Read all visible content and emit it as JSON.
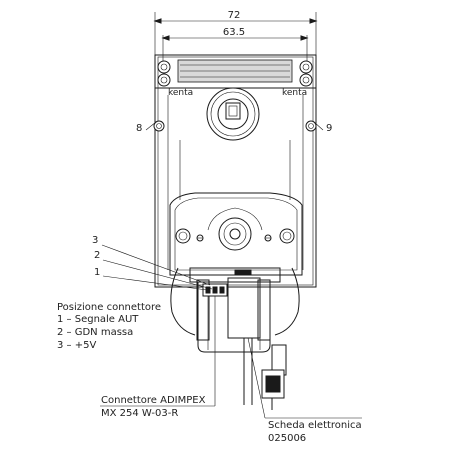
{
  "dimensions": {
    "overall_width": "72",
    "hole_spacing": "63.5"
  },
  "brand_marks": {
    "left": "kenta",
    "right": "kenta"
  },
  "callouts": {
    "left_hole": "8",
    "right_hole": "9",
    "pin3": "3",
    "pin2": "2",
    "pin1": "1"
  },
  "legend": {
    "title": "Posizione connettore",
    "lines": [
      "1 – Segnale AUT",
      "2 – GDN massa",
      "3 – +5V"
    ]
  },
  "connector_label": {
    "line1": "Connettore ADIMPEX",
    "line2": "MX 254 W-03-R"
  },
  "board_label": {
    "line1": "Scheda elettronica",
    "line2": "025006"
  }
}
